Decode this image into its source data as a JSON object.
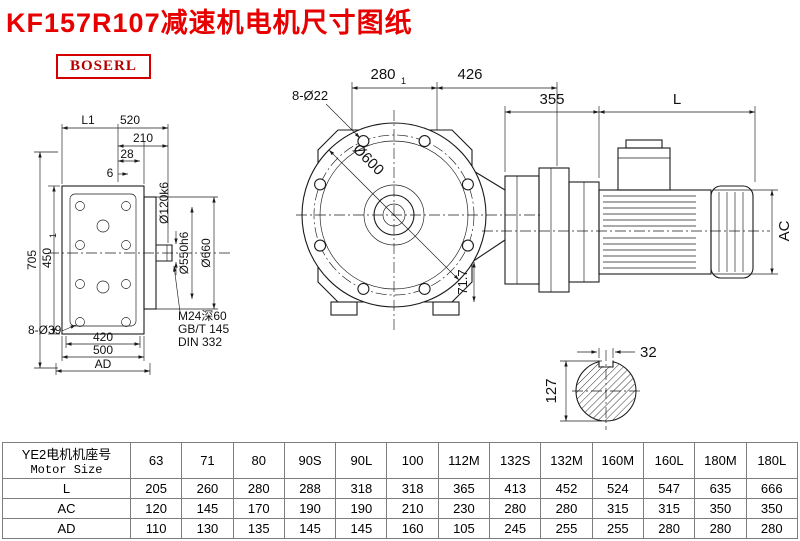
{
  "page": {
    "title": "KF157R107减速机电机尺寸图纸",
    "logo_text": "BOSERL"
  },
  "colors": {
    "title_red": "#e60000",
    "logo_red": "#d40000",
    "drawing_line": "#1b1b1b",
    "table_border": "#7d7d7d"
  },
  "front_view": {
    "dim_L1": "L1",
    "dim_520": "520",
    "dim_210": "210",
    "dim_28": "28",
    "dim_6": "6",
    "dim_705": "705",
    "dim_450": "450",
    "dim_450_tol": "1",
    "dim_holes": "8-Ø39",
    "dim_420": "420",
    "dim_500": "500",
    "dim_AD": "AD",
    "dim_shaft": "Ø120k6",
    "dim_spigot": "Ø550h6",
    "dim_flange": "Ø660",
    "note_tap": "M24深60",
    "note_std1": "GB/T 145",
    "note_std2": "DIN 332"
  },
  "flange_view": {
    "dim_280": "280",
    "dim_280_tol": "1",
    "dim_426": "426",
    "dim_holes": "8-Ø22",
    "dim_flange_od": "Ø600",
    "dim_71_7": "71.7"
  },
  "motor_view": {
    "dim_355": "355",
    "dim_L": "L",
    "dim_AC": "AC"
  },
  "shaft_section": {
    "dim_key_width": "32",
    "dim_shaft_dia": "127"
  },
  "table": {
    "header_cn": "YE2电机机座号",
    "header_en": "Motor Size",
    "sizes": [
      "63",
      "71",
      "80",
      "90S",
      "90L",
      "100",
      "112M",
      "132S",
      "132M",
      "160M",
      "160L",
      "180M",
      "180L"
    ],
    "rows": [
      {
        "label": "L",
        "values": [
          "205",
          "260",
          "280",
          "288",
          "318",
          "318",
          "365",
          "413",
          "452",
          "524",
          "547",
          "635",
          "666"
        ]
      },
      {
        "label": "AC",
        "values": [
          "120",
          "145",
          "170",
          "190",
          "190",
          "210",
          "230",
          "280",
          "280",
          "315",
          "315",
          "350",
          "350"
        ]
      },
      {
        "label": "AD",
        "values": [
          "110",
          "130",
          "135",
          "145",
          "145",
          "160",
          "105",
          "245",
          "255",
          "255",
          "280",
          "280",
          "280"
        ]
      }
    ]
  }
}
